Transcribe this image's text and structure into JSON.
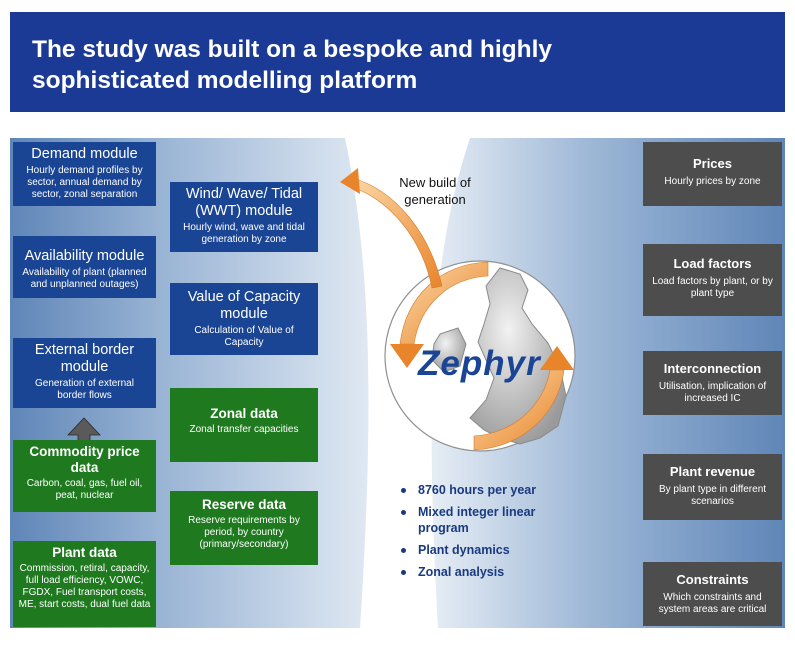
{
  "title": "The study was built on a bespoke and highly\nsophisticated modelling platform",
  "left_col": [
    {
      "label": "Demand module",
      "desc": "Hourly demand profiles by sector, annual demand by sector, zonal separation"
    },
    {
      "label": "Availability module",
      "desc": "Availability of plant (planned and unplanned outages)"
    },
    {
      "label": "External border module",
      "desc": "Generation of external border flows"
    },
    {
      "label": "Commodity price data",
      "desc": "Carbon, coal, gas, fuel oil, peat, nuclear"
    },
    {
      "label": "Plant data",
      "desc": "Commission, retiral, capacity, full load efficiency, VOWC, FGDX, Fuel transport costs, ME, start costs, dual fuel data"
    }
  ],
  "mid_col": [
    {
      "label": "Wind/ Wave/ Tidal (WWT) module",
      "desc": "Hourly wind, wave and tidal generation by zone"
    },
    {
      "label": "Value of Capacity module",
      "desc": "Calculation of Value of Capacity"
    },
    {
      "label": "Zonal data",
      "desc": "Zonal transfer capacities"
    },
    {
      "label": "Reserve data",
      "desc": "Reserve requirements by period, by country (primary/secondary)"
    }
  ],
  "right_col": [
    {
      "label": "Prices",
      "desc": "Hourly prices by zone"
    },
    {
      "label": "Load factors",
      "desc": "Load factors by plant, or by plant type"
    },
    {
      "label": "Interconnection",
      "desc": "Utilisation, implication of increased IC"
    },
    {
      "label": "Plant revenue",
      "desc": "By plant type in different scenarios"
    },
    {
      "label": "Constraints",
      "desc": "Which constraints and system areas are critical"
    }
  ],
  "arrow_label": "New build of\ngeneration",
  "logo_text": "Zephyr",
  "bullets": [
    "8760 hours per year",
    "Mixed integer linear program",
    "Plant dynamics",
    "Zonal analysis"
  ],
  "colors": {
    "title_bg": "#1a3a96",
    "module_blue": "#1a4494",
    "data_green": "#1f7a1f",
    "output_gray": "#4d4d4d",
    "arrow_orange": "#f0a040"
  }
}
